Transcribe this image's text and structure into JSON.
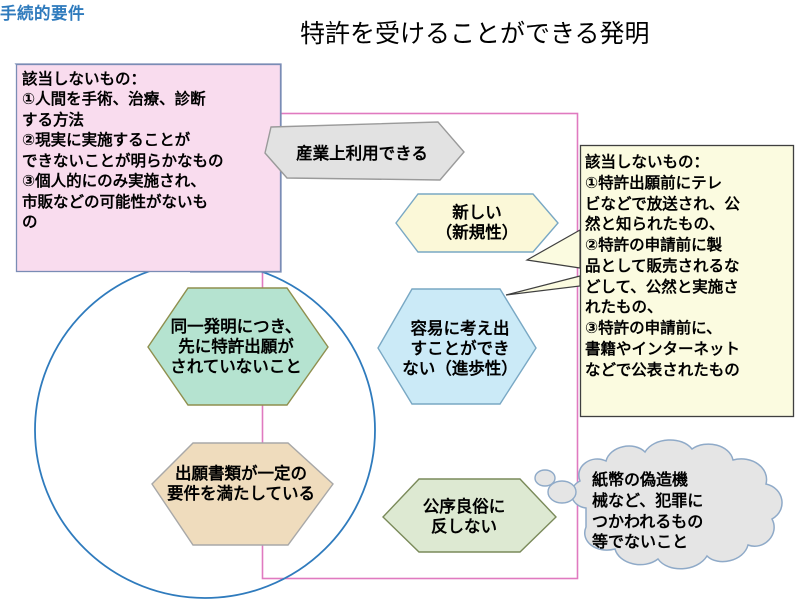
{
  "title": "特許を受けることができる発明",
  "callouts": {
    "not_applicable_left": {
      "label": "該当しないもの：\n①人間を手術、治療、診断\nする方法\n②現実に実施することが\nできないことが明らかなもの\n③個人的にのみ実施され、\n市販などの可能性がないも\nの",
      "fill": "#f9dcee",
      "border": "#7a8cb5"
    },
    "not_applicable_right": {
      "label": "該当しないもの：\n①特許出願前にテレ\nビなどで放送され、公\n然と知られたもの、\n②特許の申請前に製\n品として販売されるな\nどして、公然と実施さ\nれたもの、\n③特許の申請前に、\n書籍やインターネット\nなどで公表されたもの",
      "fill": "#fbfbe0",
      "border": "#4a4a4a"
    }
  },
  "requirements": {
    "industrial_use": {
      "label": "産業上利用できる",
      "fill": "#e2e2e2",
      "border": "#9a9a9a"
    },
    "novelty": {
      "label": "新しい\n（新規性）",
      "fill": "#fbf8d8",
      "border": "#79a8c4"
    },
    "first_to_file": {
      "label": "同一発明につき、\n先に特許出願が\nされていないこと",
      "fill": "#b5e3d0",
      "border": "#8f8f4e"
    },
    "formal_requirements": {
      "label": "出願書類が一定の\n要件を満たしている",
      "fill": "#efdcbd",
      "border": "#a8a8a8"
    },
    "inventive_step": {
      "label": "容易に考え出\nすことができ\nない（進歩性）",
      "fill": "#cbeaf7",
      "border": "#79a8c4"
    },
    "public_order": {
      "label": "公序良俗に\n反しない",
      "fill": "#dde9d2",
      "border": "#7a8a5a"
    }
  },
  "circle": {
    "label": "手続的要件",
    "border": "#2f7bbd",
    "label_color": "#2f7bbd"
  },
  "outer_box": {
    "border": "#e07ac0"
  },
  "cloud": {
    "label": "紙幣の偽造機\n械など、犯罪に\nつかわれるもの\n等でないこと",
    "fill": "#e5e5e5",
    "border": "#8faac8"
  },
  "colors": {
    "background": "#ffffff",
    "text": "#000000"
  }
}
